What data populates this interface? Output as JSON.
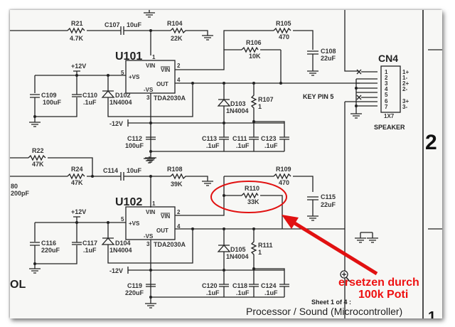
{
  "sheet": {
    "sheet_label": "Sheet 1 of 4 :",
    "title": "Processor / Sound (Microcontroller)",
    "section_number": "2",
    "corner_number": "1",
    "left_edge_fragment": "OL",
    "left_cap_fragment_label": "80",
    "left_cap_fragment_value": "200pF"
  },
  "channel1": {
    "ic": {
      "ref": "U101",
      "part": "TDA2030A",
      "pin_vin": "VIN",
      "pin_vin_inv": "VIN",
      "pin_vs_pos": "+VS",
      "pin_vs_neg": "-VS",
      "pin_out": "OUT",
      "pins": [
        "1",
        "2",
        "5",
        "4",
        "3"
      ]
    },
    "r_in": {
      "ref": "R21",
      "value": "4.7K"
    },
    "c_in": {
      "ref": "C107",
      "value": "10uF"
    },
    "r_bias": {
      "ref": "R104",
      "value": "22K"
    },
    "r_fb1": {
      "ref": "R105",
      "value": "470"
    },
    "r_fb2": {
      "ref": "R106",
      "value": "10K"
    },
    "c_fb": {
      "ref": "C108",
      "value": "22uF"
    },
    "supply_pos": "+12V",
    "supply_neg": "-12V",
    "c_bulk_pos": {
      "ref": "C109",
      "value": "100uF"
    },
    "c_dec_pos": {
      "ref": "C110",
      "value": ".1uF"
    },
    "d_pos": {
      "ref": "D102",
      "value": "1N4004"
    },
    "c_bulk_neg": {
      "ref": "C112",
      "value": "100uF"
    },
    "d_out": {
      "ref": "D103",
      "value": "1N4004"
    },
    "r_zobel": {
      "ref": "R107",
      "value": "1"
    },
    "c_a": {
      "ref": "C113",
      "value": ".1uF"
    },
    "c_b": {
      "ref": "C111",
      "value": ".1uF"
    },
    "c_c": {
      "ref": "C123",
      "value": ".1uF"
    }
  },
  "channel2": {
    "ic": {
      "ref": "U102",
      "part": "TDA2030A",
      "pin_vin": "VIN",
      "pin_vin_inv": "VIN",
      "pin_vs_pos": "+VS",
      "pin_vs_neg": "-VS",
      "pin_out": "OUT",
      "pins": [
        "1",
        "2",
        "5",
        "4",
        "3"
      ]
    },
    "r_in_a": {
      "ref": "R22",
      "value": "47K"
    },
    "r_in_b": {
      "ref": "R24",
      "value": "47K"
    },
    "c_in": {
      "ref": "C114",
      "value": "10uF"
    },
    "r_bias": {
      "ref": "R108",
      "value": "39K"
    },
    "r_fb1": {
      "ref": "R109",
      "value": "470"
    },
    "r_fb2": {
      "ref": "R110",
      "value": "33K"
    },
    "c_fb": {
      "ref": "C115",
      "value": "22uF"
    },
    "supply_pos": "+12V",
    "supply_neg": "-12V",
    "c_bulk_pos": {
      "ref": "C116",
      "value": "220uF"
    },
    "c_dec_pos": {
      "ref": "C117",
      "value": ".1uF"
    },
    "d_pos": {
      "ref": "D104",
      "value": "1N4004"
    },
    "c_bulk_neg": {
      "ref": "C119",
      "value": "220uF"
    },
    "d_out": {
      "ref": "D105",
      "value": "1N4004"
    },
    "r_zobel": {
      "ref": "R111",
      "value": "1"
    },
    "c_a": {
      "ref": "C120",
      "value": ".1uF"
    },
    "c_b": {
      "ref": "C118",
      "value": ".1uF"
    },
    "c_c": {
      "ref": "C124",
      "value": ".1uF"
    }
  },
  "connector": {
    "ref": "CN4",
    "type": "1X7",
    "name": "SPEAKER",
    "key_label": "KEY PIN 5",
    "pins": [
      "1",
      "2",
      "3",
      "4",
      "5",
      "6",
      "7"
    ],
    "signals": [
      "1+",
      "1-",
      "2+",
      "2-",
      "",
      "3+",
      "3-"
    ]
  },
  "annotation": {
    "line1": "ersetzen durch",
    "line2": "100k Poti",
    "color": "#e11111",
    "target": "R110"
  }
}
